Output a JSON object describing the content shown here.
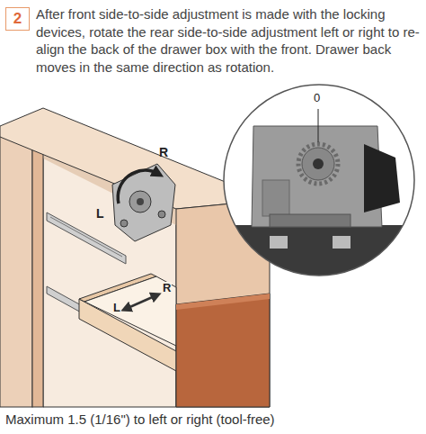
{
  "diagram": {
    "caption": "Maximum 1.5 (1/16\") to left or right (tool-free)",
    "nodes": [
      {
        "text": [
          "2"
        ]
      }
    ],
    "labels": [
      "After front side-to-side adjustment is made with the locking devices, rotate the rear side-to-side adjustment left or right to re-align the back of the drawer box with the front. Drawer back moves in the same direction as rotation.",
      "0",
      "R",
      "L",
      "L",
      "R"
    ]
  }
}
